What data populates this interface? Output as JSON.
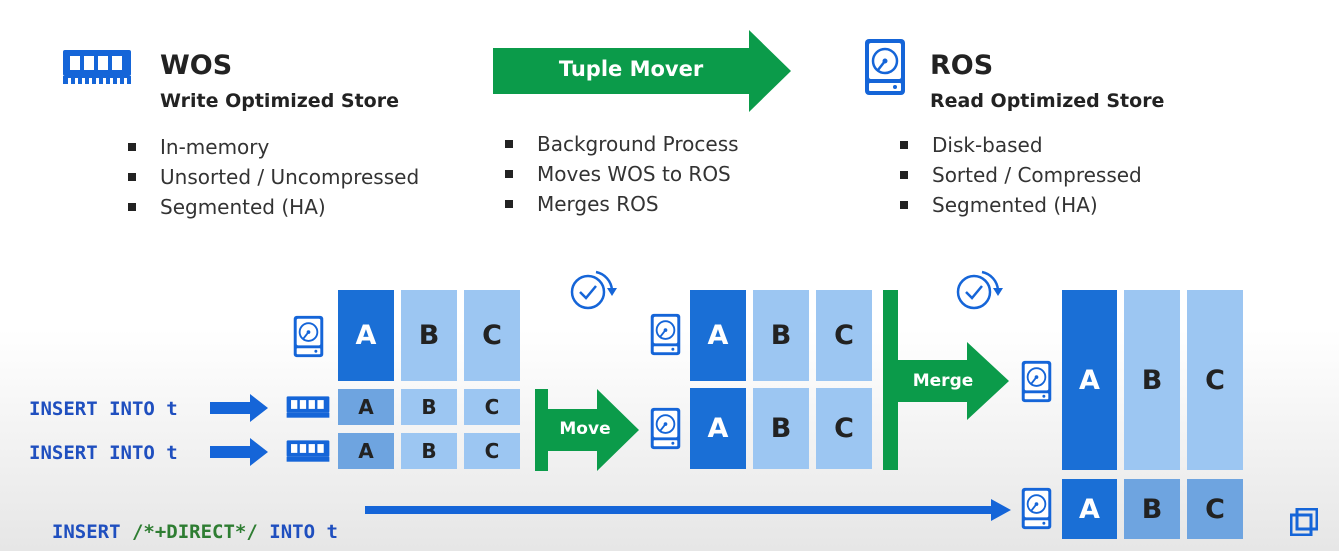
{
  "wos": {
    "title": "WOS",
    "subtitle": "Write Optimized Store",
    "bullets": [
      "In-memory",
      "Unsorted / Uncompressed",
      "Segmented (HA)"
    ]
  },
  "tuple_mover": {
    "label": "Tuple Mover",
    "bullets": [
      "Background Process",
      "Moves WOS to ROS",
      "Merges ROS"
    ]
  },
  "ros": {
    "title": "ROS",
    "subtitle": "Read Optimized Store",
    "bullets": [
      "Disk-based",
      "Sorted / Compressed",
      "Segmented (HA)"
    ]
  },
  "columns": [
    "A",
    "B",
    "C"
  ],
  "insert_statement": "INSERT INTO t",
  "direct_insert": {
    "keyword": "INSERT",
    "hint": "/*+DIRECT*/",
    "rest": "INTO t"
  },
  "move_label": "Move",
  "merge_label": "Merge",
  "colors": {
    "green": "#0b9b4a",
    "blue_dark": "#1a6fd6",
    "blue_mid": "#6ea4e0",
    "blue_light": "#9cc6f2",
    "arrow_blue": "#1565d8"
  },
  "icons": [
    "memory-icon",
    "disk-icon",
    "clock-icon"
  ]
}
